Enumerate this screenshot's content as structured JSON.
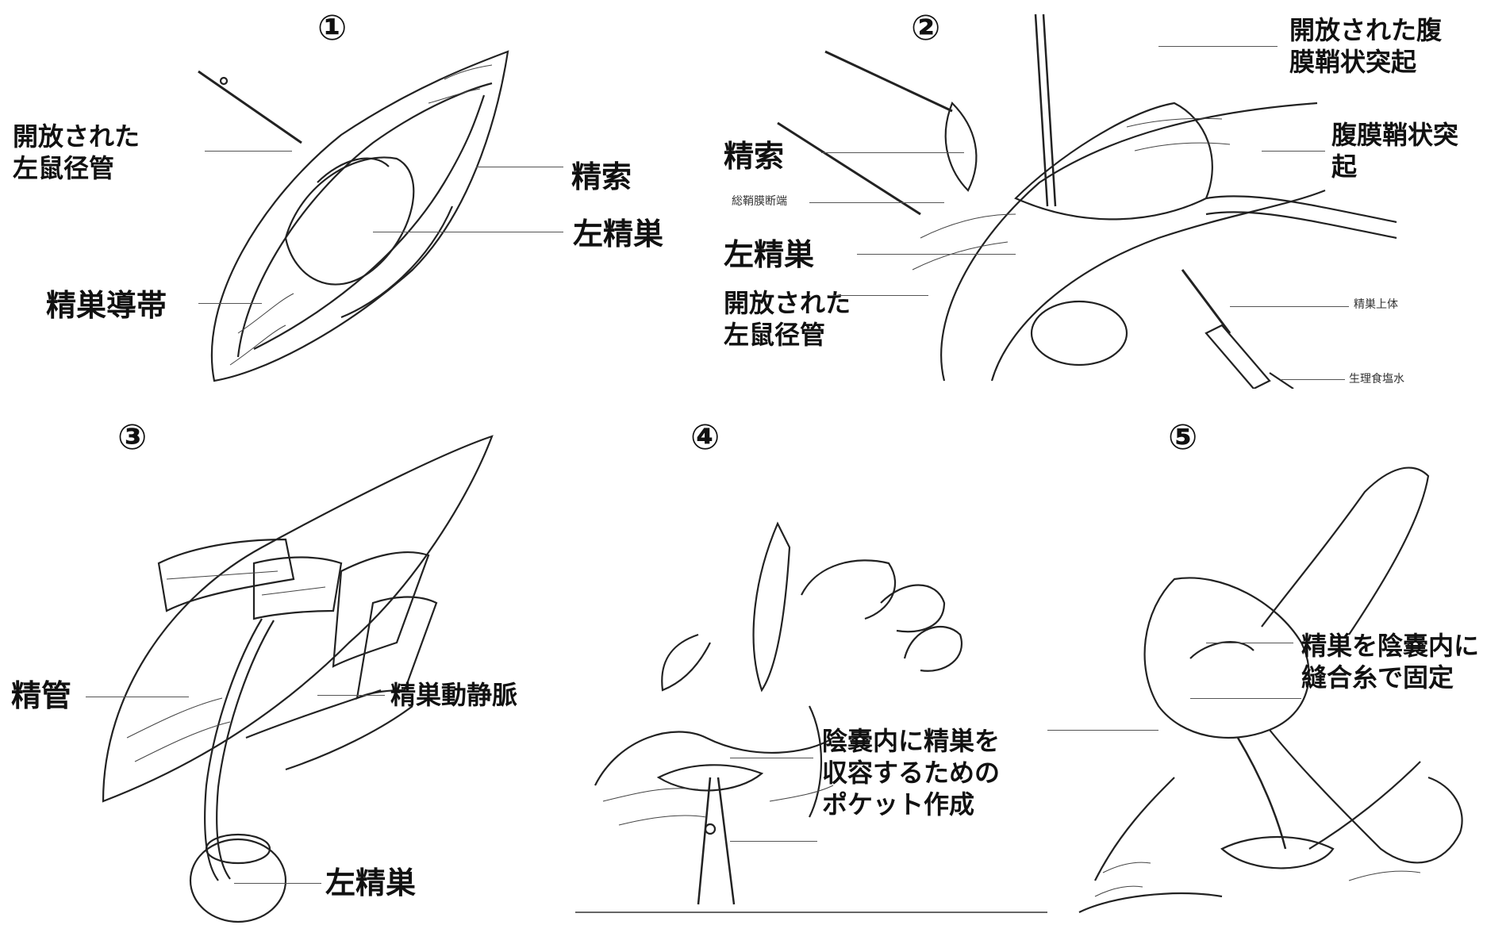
{
  "panels": [
    {
      "number": "①",
      "labels": {
        "opened_canal": [
          "開放された",
          "左鼠径管"
        ],
        "cord": "精索",
        "testis": "左精巣",
        "gubernaculum": "精巣導帯"
      }
    },
    {
      "number": "②",
      "labels": {
        "opened_pv": [
          "開放された腹",
          "膜鞘状突起"
        ],
        "pv": [
          "腹膜鞘状突",
          "起"
        ],
        "cord": "精索",
        "tunica_end": "総鞘膜断端",
        "testis": "左精巣",
        "opened_canal": [
          "開放された",
          "左鼠径管"
        ],
        "epididymis": "精巣上体",
        "saline": "生理食塩水"
      }
    },
    {
      "number": "③",
      "labels": {
        "vas": "精管",
        "vessels": "精巣動静脈",
        "testis": "左精巣"
      }
    },
    {
      "number": "④",
      "labels": {
        "pocket": [
          "陰嚢内に精巣を",
          "収容するための",
          "ポケット作成"
        ]
      }
    },
    {
      "number": "⑤",
      "labels": {
        "fix": [
          "精巣を陰嚢内に",
          "縫合糸で固定"
        ]
      }
    }
  ]
}
